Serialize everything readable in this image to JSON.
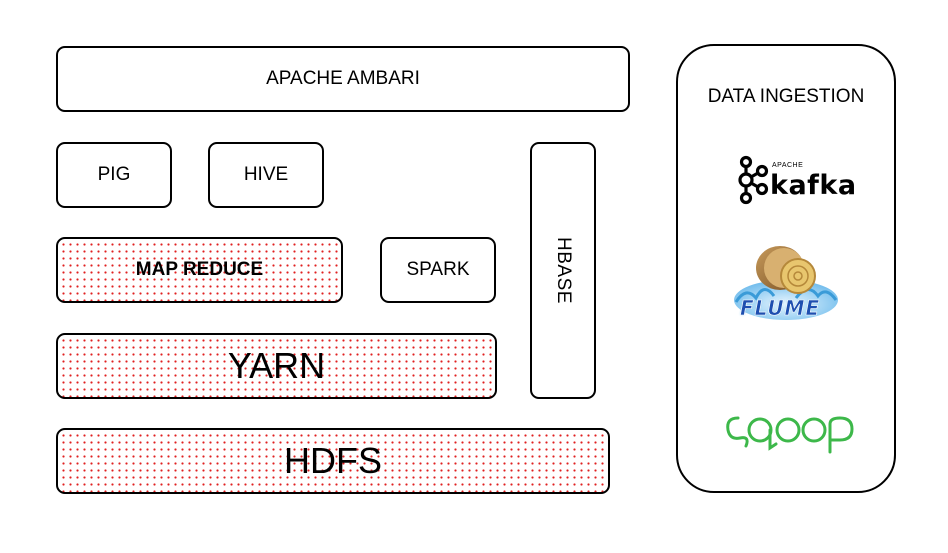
{
  "diagram": {
    "ambari": "APACHE AMBARI",
    "pig": "PIG",
    "hive": "HIVE",
    "map_reduce": "MAP REDUCE",
    "spark": "SPARK",
    "hbase": "HBASE",
    "yarn": "YARN",
    "hdfs": "HDFS",
    "ingestion": {
      "title": "DATA INGESTION",
      "kafka_word": "kafka",
      "kafka_small": "APACHE",
      "flume_word": "FLUME"
    }
  },
  "colors": {
    "dot_fill": "#e02020",
    "border": "#000000",
    "sqoop_green": "#3db84a",
    "flume_blue": "#1e4fb0"
  }
}
